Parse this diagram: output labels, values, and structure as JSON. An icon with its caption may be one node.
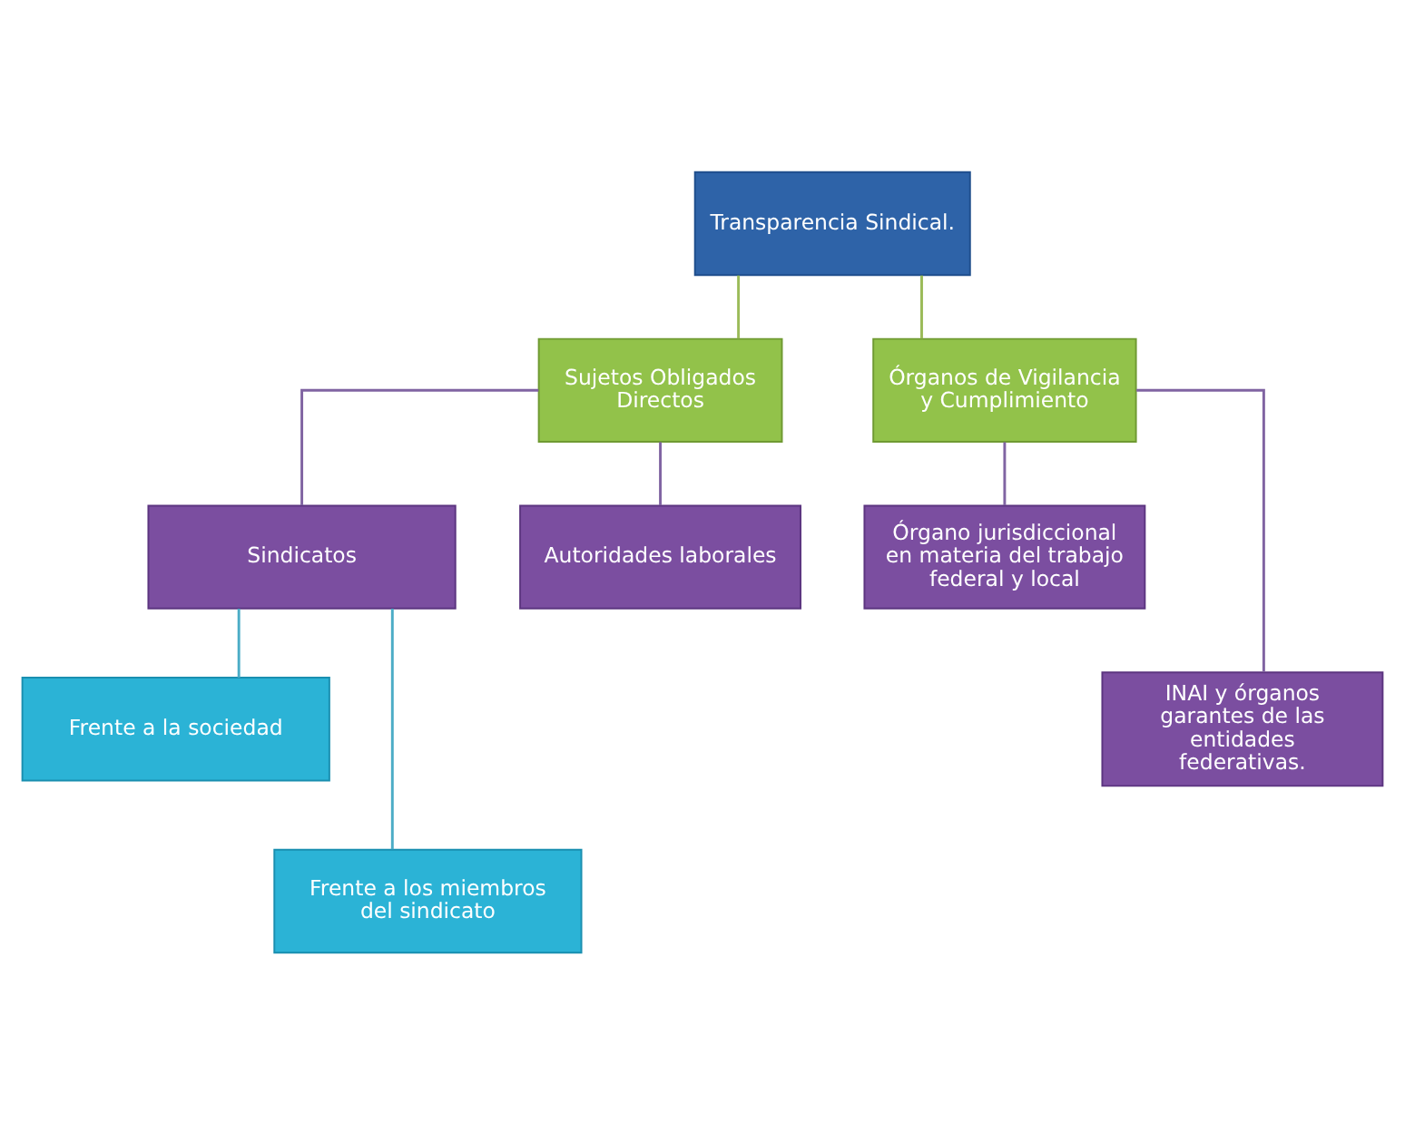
{
  "diagram": {
    "nodes": [
      {
        "text": [
          "Transparencia Sindical."
        ]
      },
      {
        "text": [
          "Sujetos Obligados Directos"
        ]
      },
      {
        "text": [
          "Órganos de Vigilancia y Cumplimiento"
        ]
      },
      {
        "text": [
          "Sindicatos"
        ]
      },
      {
        "text": [
          "Autoridades laborales"
        ]
      },
      {
        "text": [
          "Órgano jurisdiccional en materia del trabajo federal y local"
        ]
      },
      {
        "text": [
          "INAI y órganos garantes de las entidades federativas."
        ]
      },
      {
        "text": [
          "Frente a la sociedad"
        ]
      },
      {
        "text": [
          "Frente a los miembros del sindicato"
        ]
      }
    ],
    "edges": [
      {
        "from": 0,
        "to": 1,
        "arrow": "none",
        "color": "#9bbb59"
      },
      {
        "from": 0,
        "to": 2,
        "arrow": "none",
        "color": "#9bbb59"
      },
      {
        "from": 1,
        "to": 3,
        "arrow": "none"
      },
      {
        "from": 1,
        "to": 4,
        "arrow": "none"
      },
      {
        "from": 2,
        "to": 5,
        "arrow": "none"
      },
      {
        "from": 2,
        "to": 6,
        "arrow": "none"
      },
      {
        "from": 3,
        "to": 7,
        "arrow": "none",
        "color": "#4bacc6"
      },
      {
        "from": 3,
        "to": 8,
        "arrow": "none",
        "color": "#4bacc6"
      }
    ]
  }
}
